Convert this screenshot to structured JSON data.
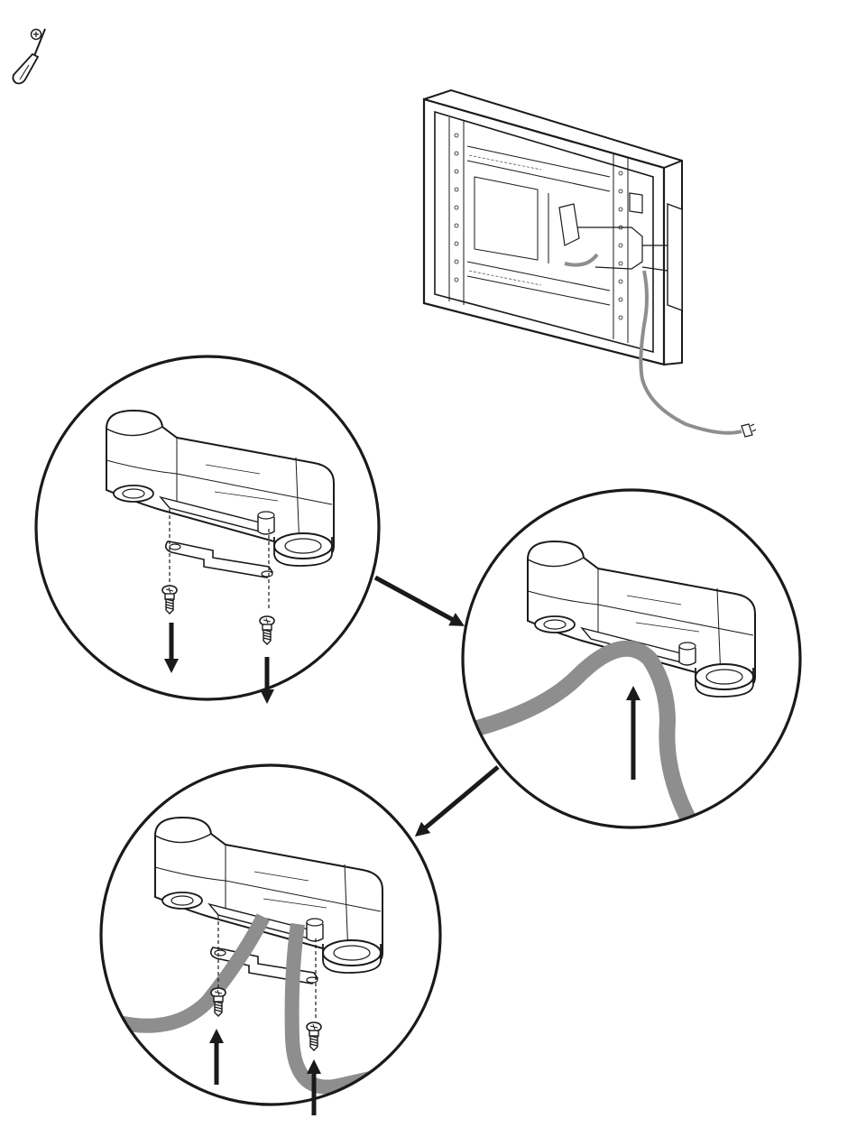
{
  "page": {
    "background": "#ffffff"
  },
  "colors": {
    "line": "#1a1a1a",
    "cable": "#8e8e8e",
    "arrow": "#1a1a1a",
    "panel_fill": "#ffffff"
  },
  "icons": {
    "tool": "phillips-screwdriver-icon"
  },
  "steps": [
    {
      "step": 1,
      "action": "remove-cable-clip-screws",
      "screw_count": 2,
      "arrow_direction": "down"
    },
    {
      "step": 2,
      "action": "route-cable-through-arm",
      "arrow_direction": "up"
    },
    {
      "step": 3,
      "action": "reinstall-cable-clip-screws",
      "screw_count": 2,
      "arrow_direction": "up"
    }
  ]
}
